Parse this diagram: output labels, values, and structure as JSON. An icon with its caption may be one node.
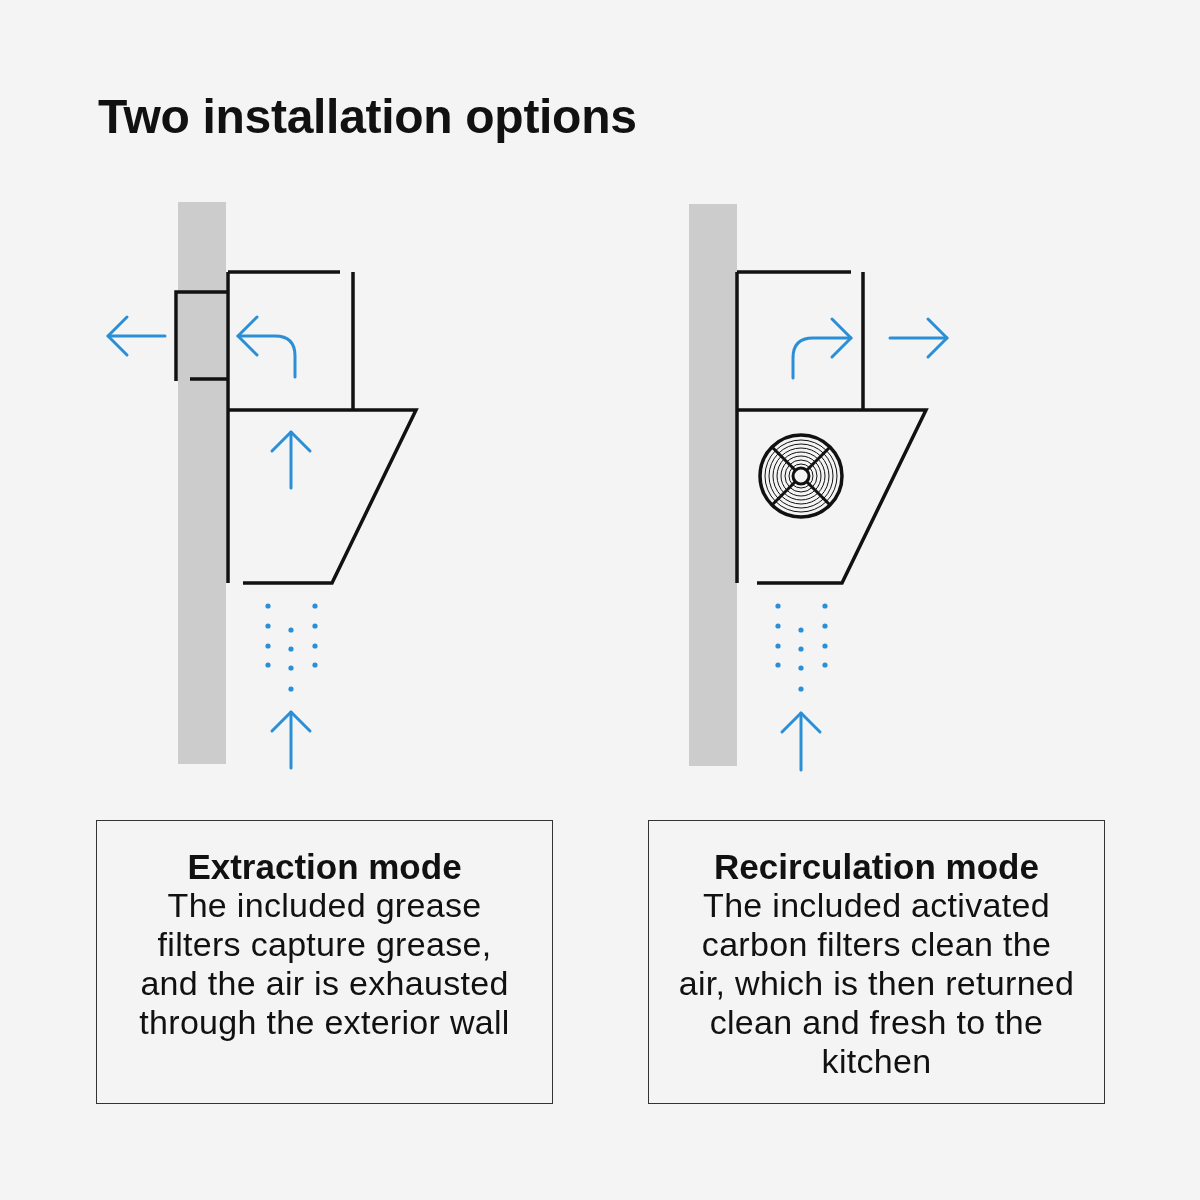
{
  "diagram": {
    "title": "Two installation options",
    "nodes": [
      {
        "text": [
          "Extraction mode",
          "The included grease filters capture grease, and the air is exhausted through the exterior wall"
        ]
      },
      {
        "text": [
          "Recirculation mode",
          "The included activated carbon filters clean the air, which is then returned clean and fresh to the kitchen"
        ]
      }
    ]
  }
}
